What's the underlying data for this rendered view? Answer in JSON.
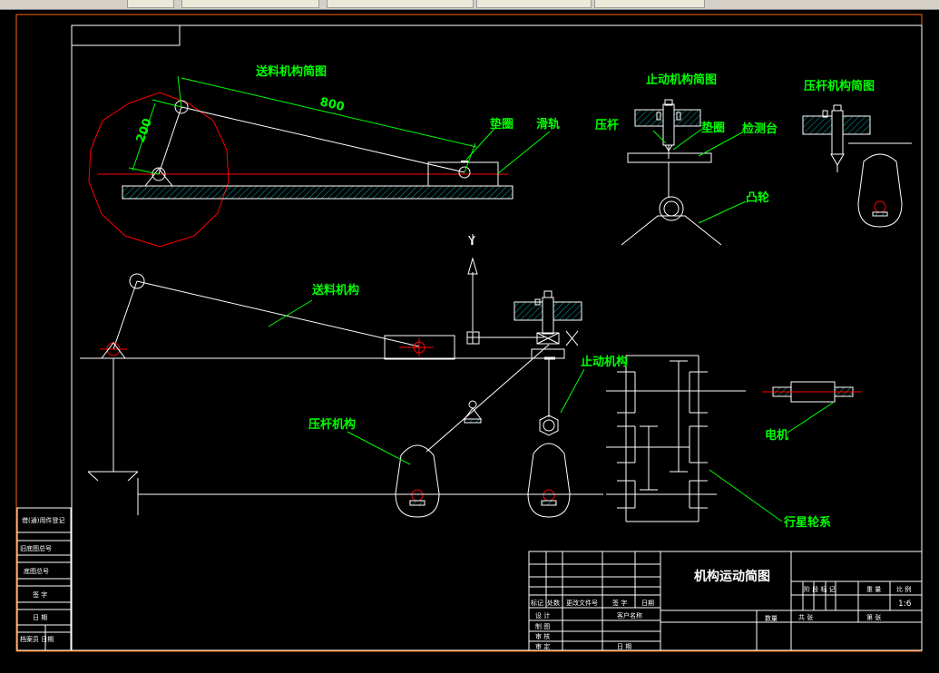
{
  "window": {
    "tabs": [
      "",
      "",
      "",
      "",
      ""
    ]
  },
  "drawing": {
    "labels": {
      "feed_sketch_title": "送料机构简图",
      "dim_800": "800",
      "dim_200": "200",
      "washer_top": "垫圈",
      "rail": "滑轨",
      "stop_sketch_title": "止动机构简图",
      "press_rod": "压杆",
      "washer_mid": "垫圈",
      "inspection_table": "检测台",
      "cam": "凸轮",
      "press_sketch_title": "压杆机构简图",
      "axis_y": "Y",
      "axis_x": "X",
      "feed_mechanism": "送料机构",
      "stop_mechanism": "止动机构",
      "press_mechanism": "压杆机构",
      "motor": "电机",
      "planetary_gear": "行星轮系"
    },
    "side_table": {
      "rows": [
        "借(通)用件登记",
        "旧底图总号",
        "底图总号",
        "签 字",
        "日 期",
        "档案员 日期"
      ]
    },
    "title_block": {
      "title": "机构运动简图",
      "col_headers": [
        "标记",
        "处数",
        "更改文件号",
        "签 字",
        "日期"
      ],
      "row_labels": [
        "设 计",
        "制 图",
        "审 核",
        "审 定"
      ],
      "customer": "客户名称",
      "date_label": "日 期",
      "stage_mark": "阶 段 标 记",
      "weight": "重 量",
      "ratio_label": "比 例",
      "ratio_value": "1:6",
      "sheet_total": "共 张",
      "sheet_no": "第 张",
      "count_label": "数量"
    }
  },
  "colors": {
    "background": "#000000",
    "line": "#ffffff",
    "label": "#00ff00",
    "red_line": "#ff0000",
    "hatch": "#00aaaa",
    "border_orange": "#ff6600"
  }
}
